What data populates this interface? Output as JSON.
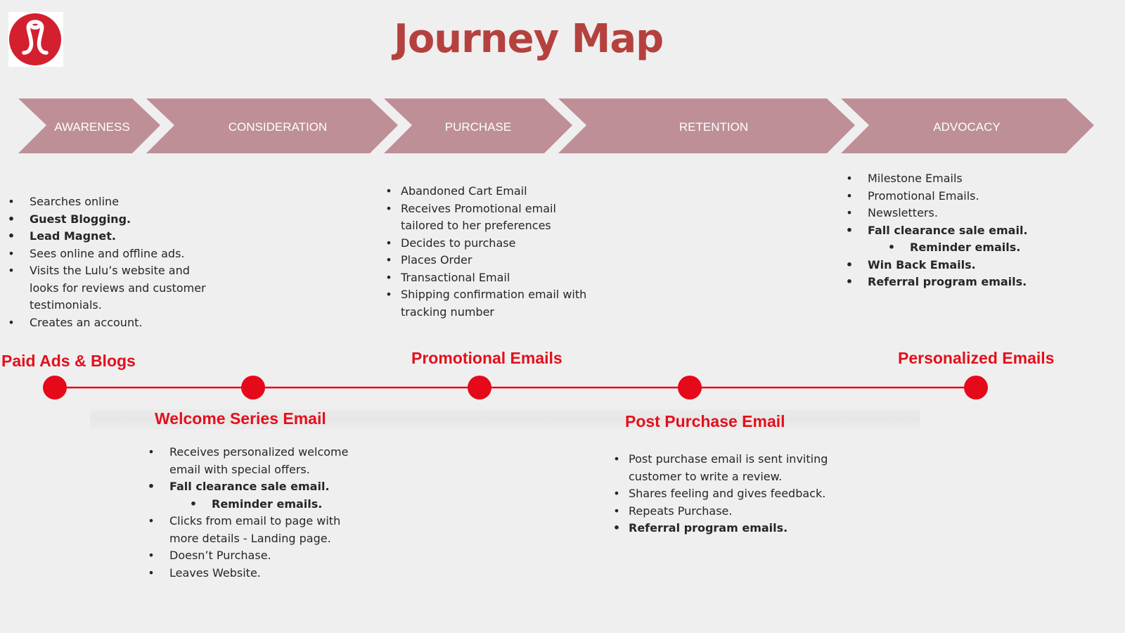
{
  "title": "Journey Map",
  "colors": {
    "background": "#f0efef",
    "title": "#b5413e",
    "chevron": "#be8f97",
    "timeline": "#e5091a",
    "logo": "#d3202f"
  },
  "logo": {
    "icon": "lululemon-logo-icon"
  },
  "stages": [
    "AWARENESS",
    "CONSIDERATION",
    "PURCHASE",
    "RETENTION",
    "ADVOCACY"
  ],
  "lists": {
    "awareness": [
      {
        "text": "Searches online",
        "bold": false
      },
      {
        "text": "Guest Blogging.",
        "bold": true
      },
      {
        "text": "Lead Magnet.",
        "bold": true
      },
      {
        "text": "Sees online and offline ads.",
        "bold": false
      },
      {
        "text": "Visits the Lulu’s website and looks for reviews and customer testimonials.",
        "bold": false
      },
      {
        "text": "Creates an account.",
        "bold": false
      }
    ],
    "purchase": [
      {
        "text": "Abandoned Cart Email",
        "bold": false
      },
      {
        "text": "Receives Promotional email tailored to her preferences",
        "bold": false
      },
      {
        "text": "Decides to purchase",
        "bold": false
      },
      {
        "text": "Places Order",
        "bold": false
      },
      {
        "text": "Transactional Email",
        "bold": false
      },
      {
        "text": "Shipping confirmation email with tracking number",
        "bold": false
      }
    ],
    "advocacy": [
      {
        "text": "Milestone Emails",
        "bold": false
      },
      {
        "text": "Promotional Emails.",
        "bold": false
      },
      {
        "text": "Newsletters.",
        "bold": false
      },
      {
        "text": "Fall clearance sale email.",
        "bold": true
      },
      {
        "text": "Reminder emails.",
        "bold": true,
        "sub": true
      },
      {
        "text": "Win Back Emails.",
        "bold": true
      },
      {
        "text": "Referral program emails.",
        "bold": true
      }
    ],
    "welcome": [
      {
        "text": "Receives personalized welcome email with special offers.",
        "bold": false
      },
      {
        "text": "Fall clearance sale email.",
        "bold": true
      },
      {
        "text": "Reminder emails.",
        "bold": true,
        "sub": true
      },
      {
        "text": "Clicks from email to page with more details - Landing page.",
        "bold": false
      },
      {
        "text": "Doesn’t Purchase.",
        "bold": false
      },
      {
        "text": "Leaves Website.",
        "bold": false
      }
    ],
    "post_purchase": [
      {
        "text": "Post purchase email is sent inviting customer to write a review.",
        "bold": false
      },
      {
        "text": "Shares feeling and gives feedback.",
        "bold": false
      },
      {
        "text": "Repeats Purchase.",
        "bold": false
      },
      {
        "text": "Referral program emails.",
        "bold": true
      }
    ]
  },
  "timeline": {
    "labels": {
      "paid_ads": "Paid Ads & Blogs",
      "welcome": "Welcome Series Email",
      "promotional": "Promotional Emails",
      "post_purchase": "Post Purchase Email",
      "personalized": "Personalized Emails"
    }
  }
}
